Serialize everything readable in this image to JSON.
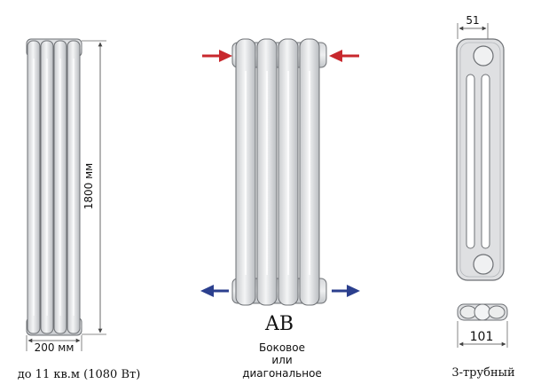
{
  "panels": {
    "front": {
      "height_label": "1800 мм",
      "width_label": "200 мм",
      "caption": "до 11 кв.м (1080 Вт)"
    },
    "connection": {
      "code": "AB",
      "caption_lines": [
        "Боковое",
        "или",
        "диагональное"
      ],
      "supply_arrow_color": "#c8282d",
      "return_arrow_color": "#2b3f8e"
    },
    "side": {
      "depth_label": "51",
      "bottom_width_label": "101",
      "caption": "3-трубный"
    }
  },
  "colors": {
    "metal_fill": "#e2e3e5",
    "metal_stroke": "#6e7175",
    "dim_line": "#444444",
    "text": "#111111"
  }
}
